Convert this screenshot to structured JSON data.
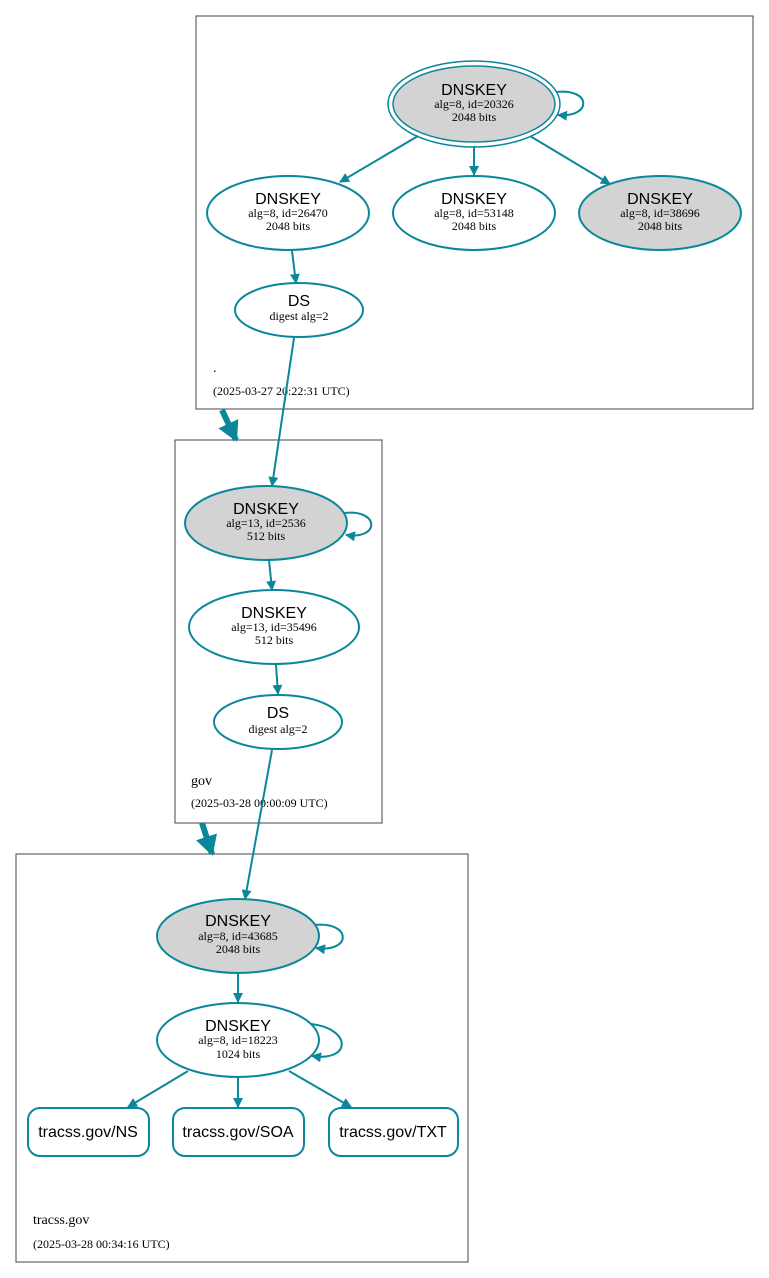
{
  "colors": {
    "edge": "#0a879a",
    "fill_sep": "#d3d3d3",
    "fill_plain": "#ffffff",
    "cluster_border": "#444444"
  },
  "zones": [
    {
      "id": "root",
      "name": ".",
      "timestamp": "(2025-03-27 20:22:31 UTC)"
    },
    {
      "id": "gov",
      "name": "gov",
      "timestamp": "(2025-03-28 00:00:09 UTC)"
    },
    {
      "id": "tracss",
      "name": "tracss.gov",
      "timestamp": "(2025-03-28 00:34:16 UTC)"
    }
  ],
  "nodes": {
    "root_ksk": {
      "title": "DNSKEY",
      "line1": "alg=8, id=20326",
      "line2": "2048 bits",
      "sep": true,
      "trust_anchor": true
    },
    "root_zsk1": {
      "title": "DNSKEY",
      "line1": "alg=8, id=26470",
      "line2": "2048 bits",
      "sep": false
    },
    "root_zsk2": {
      "title": "DNSKEY",
      "line1": "alg=8, id=53148",
      "line2": "2048 bits",
      "sep": false
    },
    "root_ksk2": {
      "title": "DNSKEY",
      "line1": "alg=8, id=38696",
      "line2": "2048 bits",
      "sep": true
    },
    "root_ds": {
      "title": "DS",
      "line1": "digest alg=2"
    },
    "gov_ksk": {
      "title": "DNSKEY",
      "line1": "alg=13, id=2536",
      "line2": "512 bits",
      "sep": true
    },
    "gov_zsk": {
      "title": "DNSKEY",
      "line1": "alg=13, id=35496",
      "line2": "512 bits",
      "sep": false
    },
    "gov_ds": {
      "title": "DS",
      "line1": "digest alg=2"
    },
    "tr_ksk": {
      "title": "DNSKEY",
      "line1": "alg=8, id=43685",
      "line2": "2048 bits",
      "sep": true
    },
    "tr_zsk": {
      "title": "DNSKEY",
      "line1": "alg=8, id=18223",
      "line2": "1024 bits",
      "sep": false
    }
  },
  "rrsets": {
    "ns": "tracss.gov/NS",
    "soa": "tracss.gov/SOA",
    "txt": "tracss.gov/TXT"
  }
}
